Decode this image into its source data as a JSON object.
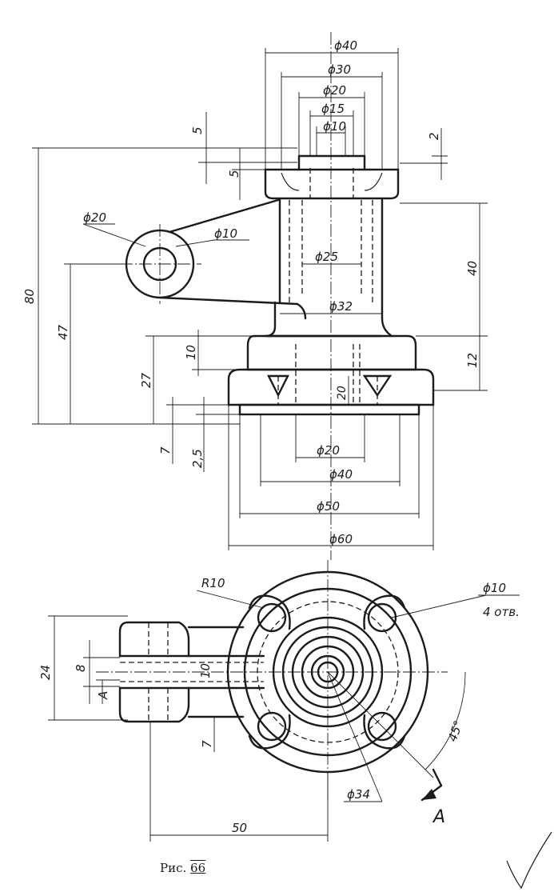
{
  "figure": {
    "caption_prefix": "Рис.",
    "caption_number": "66"
  },
  "front_view": {
    "dims": {
      "d40": "ϕ40",
      "d30": "ϕ30",
      "d20_top": "ϕ20",
      "d15": "ϕ15",
      "d10_top": "ϕ10",
      "v5_a": "5",
      "v5_b": "5",
      "v2": "2",
      "v80": "80",
      "d20_boss": "ϕ20",
      "d10_boss": "ϕ10",
      "v47": "47",
      "d25": "ϕ25",
      "d32": "ϕ32",
      "v40": "40",
      "v10": "10",
      "v27": "27",
      "v12": "12",
      "v20_inner": "20",
      "v7": "7",
      "v2_5": "2,5",
      "d20_bot": "ϕ20",
      "d40_bot": "ϕ40",
      "d50": "ϕ50",
      "d60": "ϕ60"
    }
  },
  "top_view": {
    "dims": {
      "r10": "R10",
      "d10_holes": "ϕ10",
      "holes_note": "4 отв.",
      "v24": "24",
      "v8": "8",
      "a_left": "A",
      "v10": "10",
      "v7": "7",
      "angle45": "45°",
      "d34": "ϕ34",
      "section_a": "A",
      "h50": "50"
    }
  }
}
